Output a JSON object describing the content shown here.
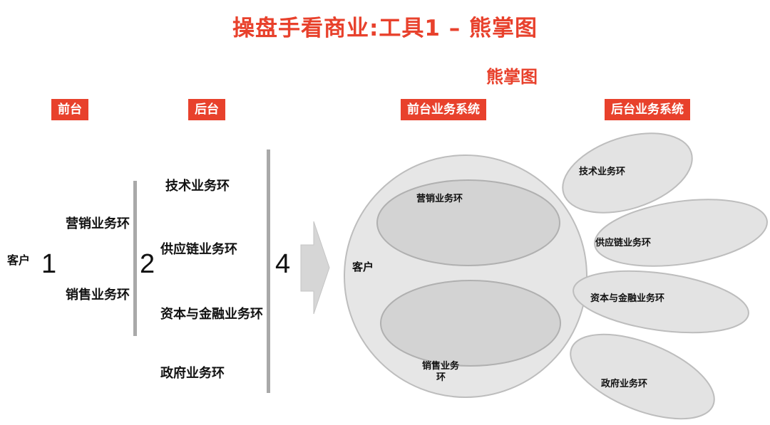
{
  "title": "操盘手看商业:工具1 – 熊掌图",
  "subtitle": "熊掌图",
  "headers": {
    "front": "前台",
    "back": "后台",
    "front_system": "前台业务系统",
    "back_system": "后台业务系统"
  },
  "left": {
    "customer": "客户",
    "n1": "1",
    "n2": "2",
    "n4": "4",
    "front_items": [
      "营销业务环",
      "销售业务环"
    ],
    "back_items": [
      "技术业务环",
      "供应链业务环",
      "资本与金融业务环",
      "政府业务环"
    ]
  },
  "palm": {
    "customer": "客户",
    "top": "营销业务环",
    "bottom_line1": "销售业务",
    "bottom_line2": "环"
  },
  "toes": [
    "技术业务环",
    "供应链业务环",
    "资本与金融业务环",
    "政府业务环"
  ],
  "colors": {
    "accent": "#e8412c",
    "shape_fill": "#e3e3e3",
    "shape_stroke": "#bdbdbd",
    "inner_fill": "#d0d0d0"
  }
}
